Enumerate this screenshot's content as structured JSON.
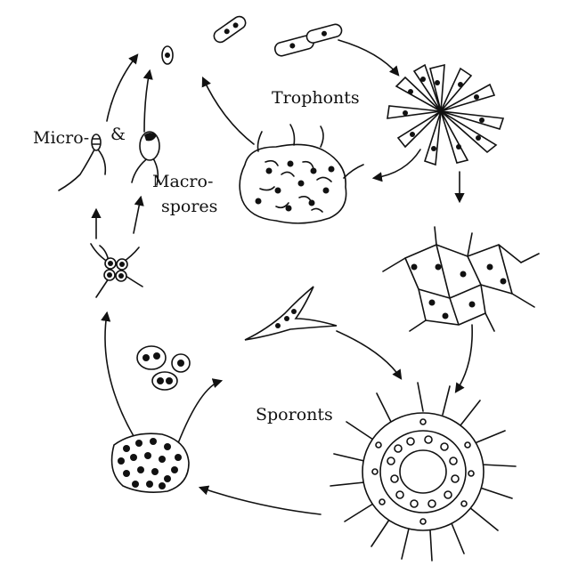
{
  "labels": {
    "trophonts": "Trophonts",
    "micro": "Micro-",
    "ampersand": "&",
    "macro_line1": "Macro-",
    "macro_line2": "spores",
    "sporonts": "Sporonts"
  },
  "colors": {
    "ink": "#111111",
    "background": "#ffffff"
  }
}
